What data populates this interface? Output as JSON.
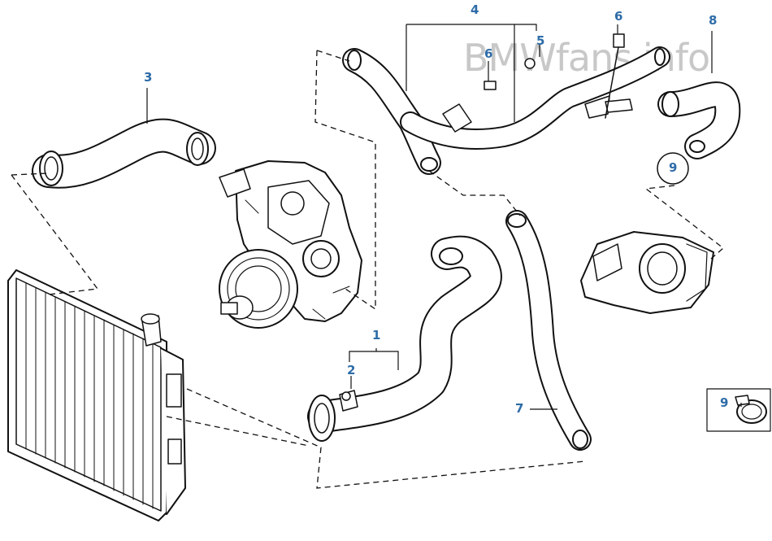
{
  "watermark": "BMWfans.info",
  "label_color": "#2e6ca8",
  "callouts": {
    "c1": "1",
    "c2": "2",
    "c3": "3",
    "c4": "4",
    "c5": "5",
    "c6a": "6",
    "c6b": "6",
    "c7": "7",
    "c8": "8",
    "c9a": "9",
    "c9b": "9"
  }
}
